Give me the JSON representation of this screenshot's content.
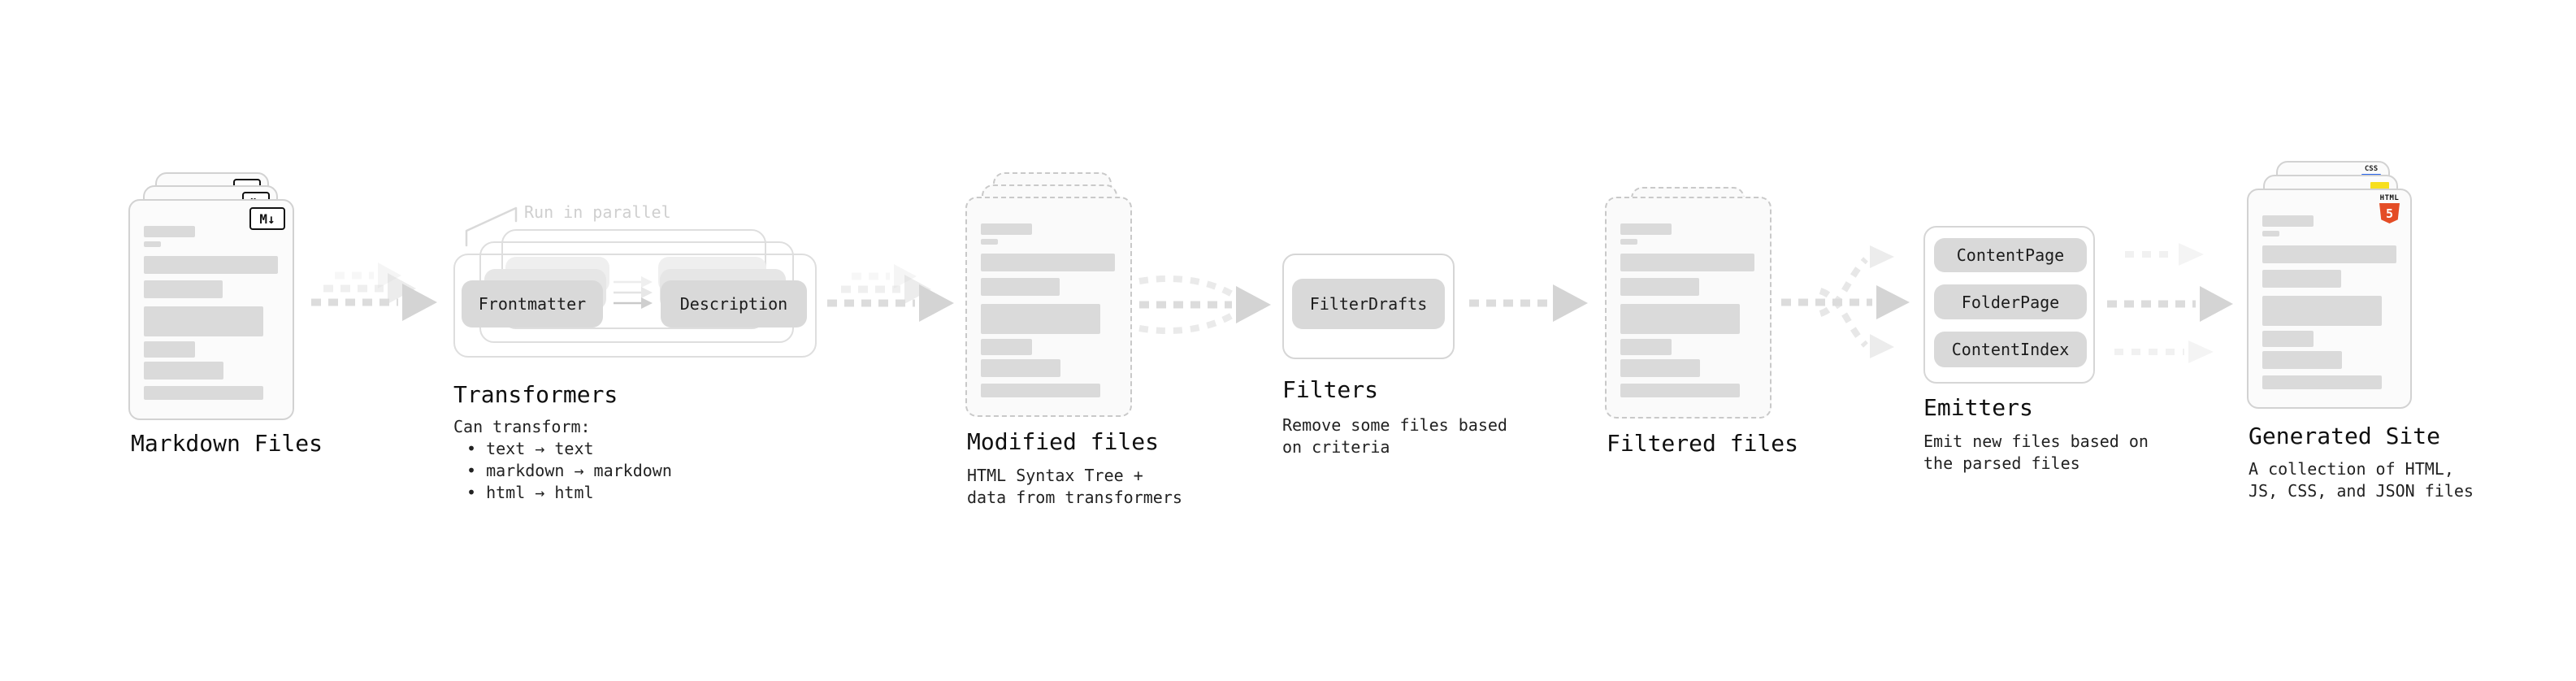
{
  "stages": {
    "markdown": {
      "label": "Markdown Files",
      "badge": "M↓"
    },
    "transformers": {
      "label": "Transformers",
      "note": "Run in parallel",
      "pill_left": "Frontmatter",
      "pill_right": "Description",
      "caption": [
        "Can transform:",
        "• text → text",
        "• markdown → markdown",
        "• html → html"
      ]
    },
    "modified": {
      "label": "Modified files",
      "caption": [
        "HTML Syntax Tree +",
        "data from transformers"
      ]
    },
    "filters": {
      "label": "Filters",
      "pill": "FilterDrafts",
      "caption": [
        "Remove some files based",
        "on criteria"
      ]
    },
    "filtered": {
      "label": "Filtered files"
    },
    "emitters": {
      "label": "Emitters",
      "pills": [
        "ContentPage",
        "FolderPage",
        "ContentIndex"
      ],
      "caption": [
        "Emit new files based on",
        "the parsed files"
      ]
    },
    "generated": {
      "label": "Generated Site",
      "badge_css": "CSS",
      "badge_html_text": "HTML",
      "badge_html_number": "5",
      "caption": [
        "A collection of HTML,",
        "JS, CSS, and JSON files"
      ]
    }
  },
  "colors": {
    "css_blue": "#2563eb",
    "js_yellow": "#f7df1e",
    "html5_orange": "#e44d26"
  }
}
